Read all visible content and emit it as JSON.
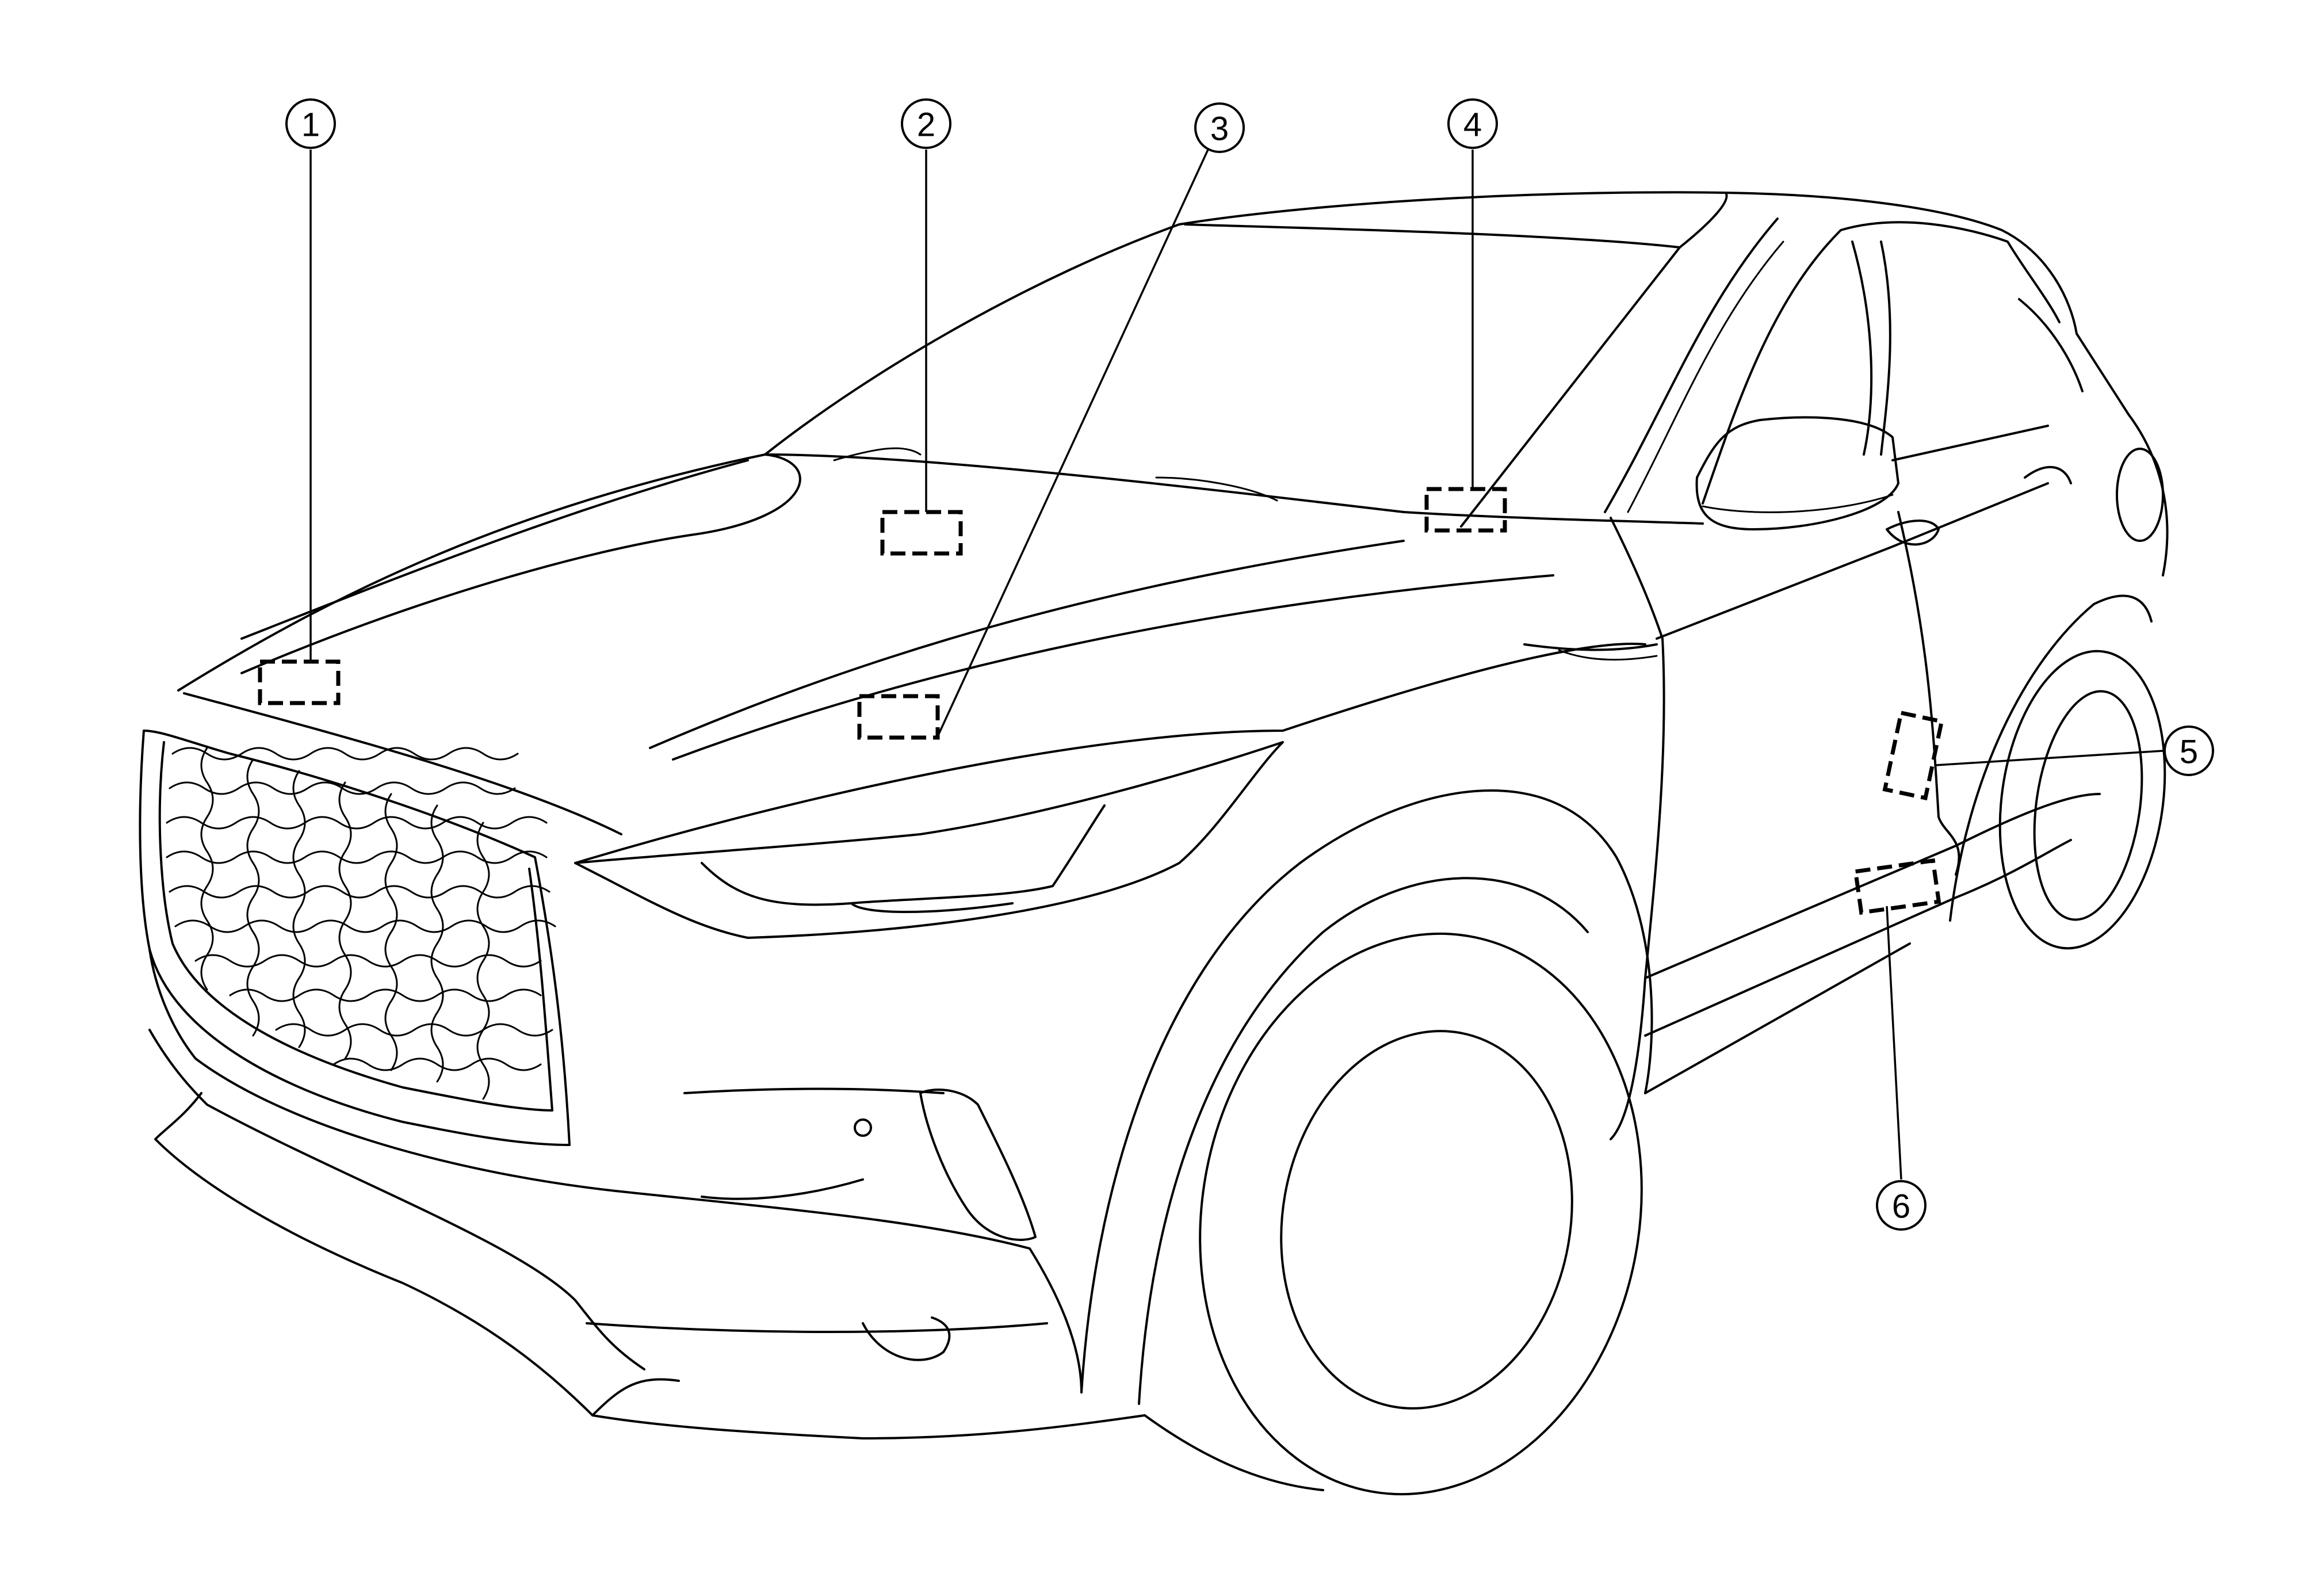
{
  "callouts": [
    {
      "number": "1"
    },
    {
      "number": "2"
    },
    {
      "number": "3"
    },
    {
      "number": "4"
    },
    {
      "number": "5"
    },
    {
      "number": "6"
    }
  ]
}
